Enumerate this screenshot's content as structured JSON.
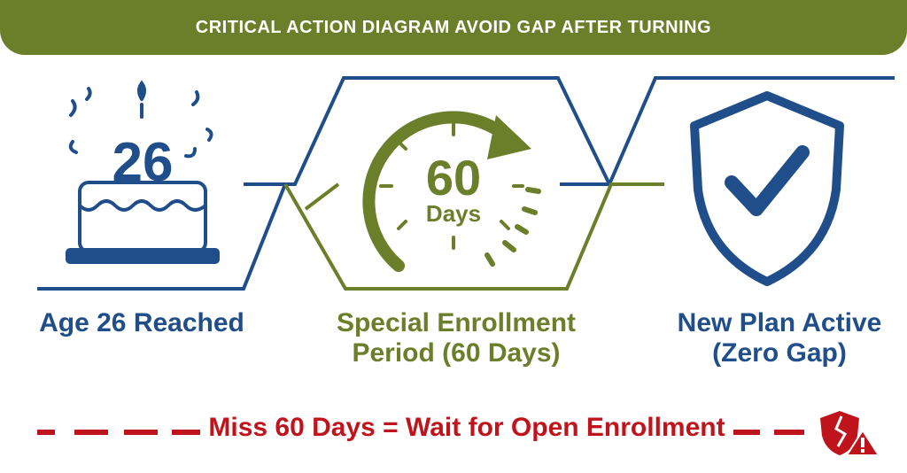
{
  "banner": {
    "title": "CRITICAL ACTION DIAGRAM AVOID GAP AFTER TURNING"
  },
  "steps": {
    "age": {
      "number": "26",
      "label": "Age 26 Reached"
    },
    "period": {
      "number": "60",
      "unit": "Days",
      "label_line1": "Special Enrollment",
      "label_line2": "Period (60 Days)"
    },
    "plan": {
      "label_line1": "New Plan Active",
      "label_line2": "(Zero Gap)"
    }
  },
  "warning": {
    "text": "Miss 60 Days = Wait for Open Enrollment"
  },
  "colors": {
    "blue": "#1f4e8a",
    "olive": "#6b7f2a",
    "red": "#c0141c"
  },
  "icons": [
    "birthday-cake-icon",
    "timer-icon",
    "shield-check-icon",
    "broken-shield-warning-icon"
  ]
}
